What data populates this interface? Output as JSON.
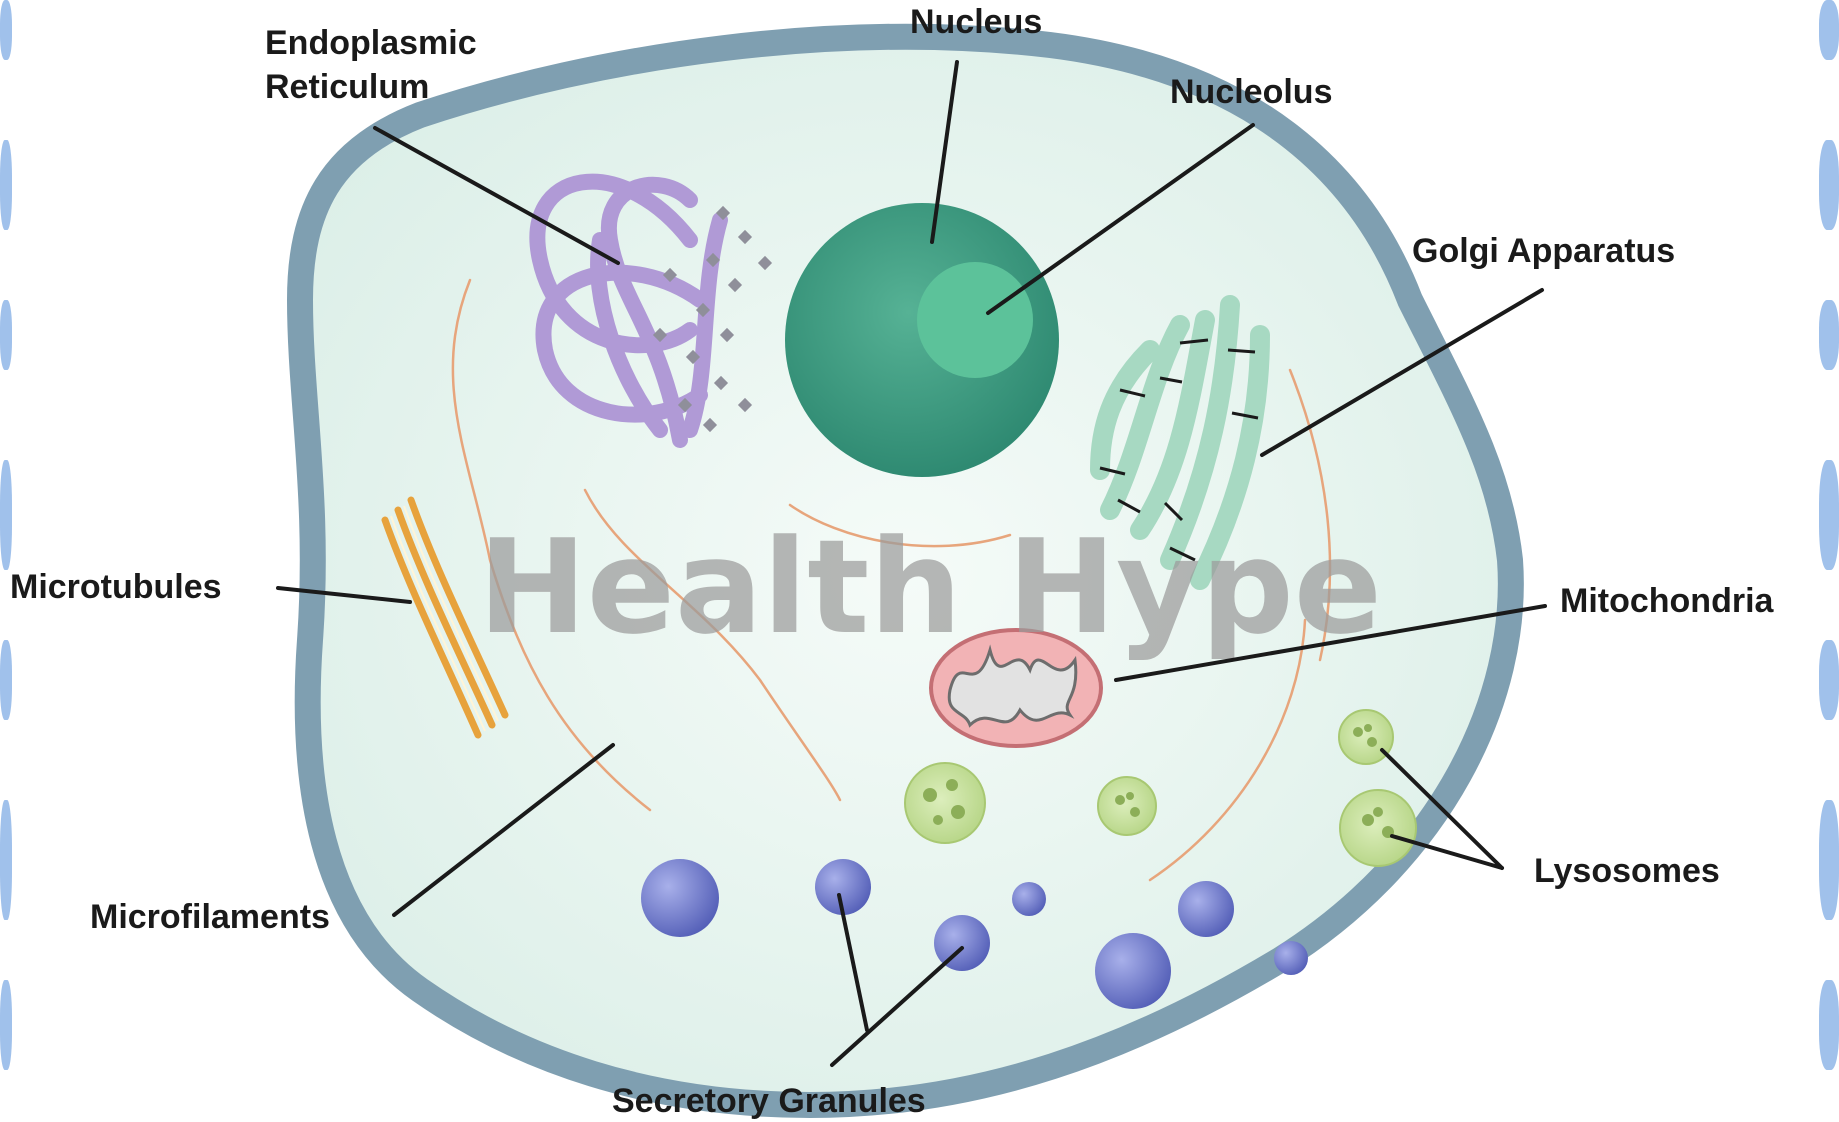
{
  "colors": {
    "membrane": "#7f9fb1",
    "cytoplasm": "#e9f4f0",
    "nucleus": "#3f9b83",
    "nucleolus": "#5cc29a",
    "er": "#b09ad6",
    "golgi": "#a7d9c2",
    "mitochondria": "#f2b3b5",
    "lysosome": "#c7df9c",
    "granule": "#6a77c8",
    "microtubule": "#e7a23c",
    "microfilament": "#e7a57c",
    "border": "#8fb6e8"
  },
  "labels": {
    "endoplasmic_line1": "Endoplasmic",
    "endoplasmic_line2": "Reticulum",
    "nucleus": "Nucleus",
    "nucleolus": "Nucleolus",
    "golgi": "Golgi Apparatus",
    "microtubules": "Microtubules",
    "mitochondria": "Mitochondria",
    "lysosomes": "Lysosomes",
    "microfilaments": "Microfilaments",
    "secretory_granules": "Secretory Granules"
  },
  "watermark": "Health Hype"
}
